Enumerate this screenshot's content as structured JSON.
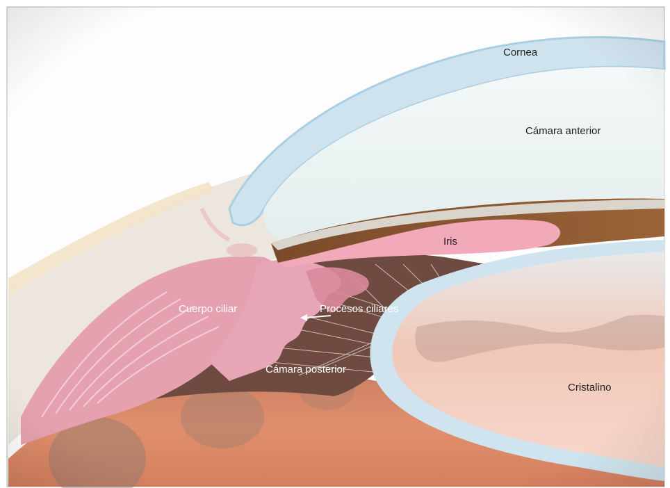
{
  "figure": {
    "labels": {
      "cornea": "Cornea",
      "anterior_chamber": "Cámara anterior",
      "iris": "Iris",
      "ciliary_body": "Cuerpo ciliar",
      "ciliary_processes": "Procesos ciliares",
      "posterior_chamber": "Cámara posterior",
      "lens": "Cristalino"
    },
    "colors": {
      "background": "#ffffff",
      "cornea": "#cfe3ee",
      "cornea_edge": "#a9cfe3",
      "anterior_chamber": "#e9f2f2",
      "sclera": "#ece4da",
      "iris_brown": "#8b5530",
      "iris_pink": "#f1a9b8",
      "ciliary_pink": "#e9a3b2",
      "lens_inner": "#f2c4b4",
      "lens_capsule": "#cfe4ee",
      "vitreous": "#e3906e",
      "label_dark": "#222222",
      "label_light": "#ffffff"
    }
  }
}
